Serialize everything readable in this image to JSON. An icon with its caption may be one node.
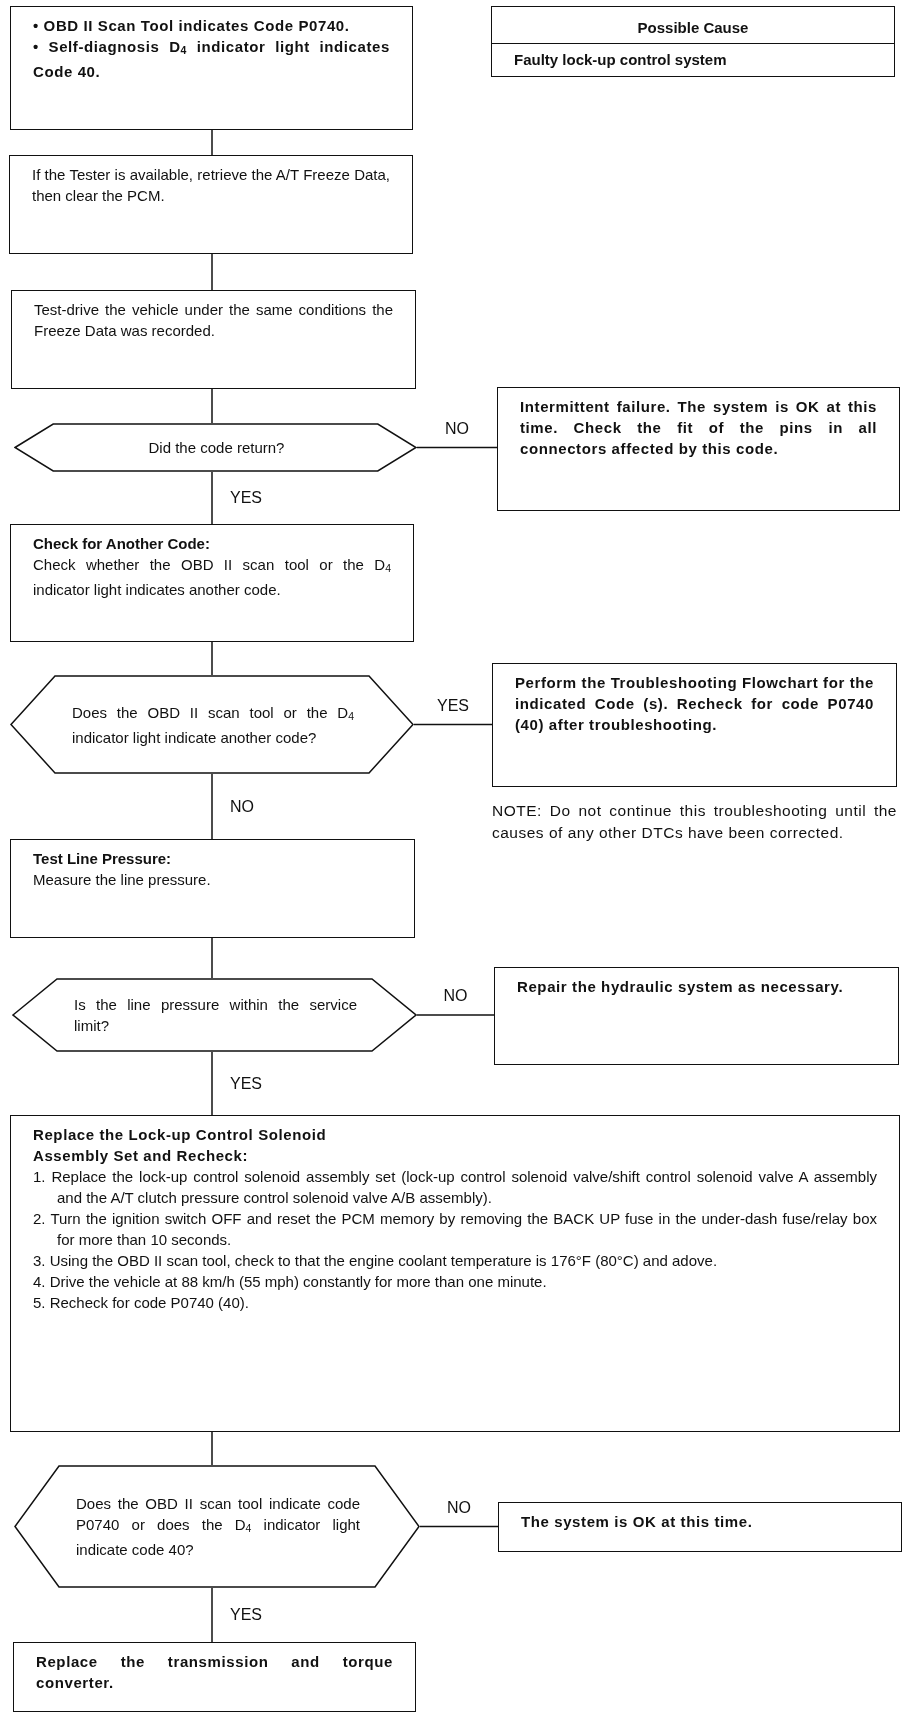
{
  "diagram": {
    "nodes": [
      {
        "text": [
          "• OBD II Scan Tool indicates Code P0740.",
          "• Self-diagnosis D$_{4}$ indicator light indicates Code 40."
        ]
      },
      {
        "text": [
          "Possible Cause",
          "Faulty lock-up control system"
        ]
      },
      {
        "text": [
          "If the Tester is available, retrieve the A/T Freeze Data, then clear the PCM."
        ]
      },
      {
        "text": [
          "Test-drive the vehicle under the same conditions the Freeze Data was recorded."
        ]
      },
      {
        "text": [
          "Did the code return?"
        ]
      },
      {
        "text": [
          "Intermittent failure. The system is OK at this time. Check the fit of the pins in all connectors affected by this code."
        ]
      },
      {
        "text": [
          "Check for Another Code:",
          "Check whether the OBD II scan tool or the D$_{4}$ indicator light indicates another code."
        ]
      },
      {
        "text": [
          "Does the OBD II scan tool or the D$_{4}$ indicator light indicate another code?"
        ]
      },
      {
        "text": [
          "Perform the Troubleshooting Flowchart for the indicated Code (s). Recheck for code P0740 (40) after troubleshooting."
        ]
      },
      {
        "text": [
          "Test Line Pressure:",
          "Measure the line pressure."
        ]
      },
      {
        "text": [
          "Is the line pressure within the service limit?"
        ]
      },
      {
        "text": [
          "Repair the hydraulic system as necessary."
        ]
      },
      {
        "text": [
          "Replace the Lock-up Control Solenoid Assembly Set and Recheck:",
          "1. Replace the lock-up control solenoid assembly set (lock-up control solenoid valve/shift control solenoid valve A assembly and the A/T clutch pressure control solenoid valve A/B assembly).",
          "2. Turn the ignition switch OFF and reset the PCM memory by removing the BACK UP fuse in the under-dash fuse/relay box for more than 10 seconds.",
          "3. Using the OBD II scan tool, check to that the engine coolant temperature is 176°F (80°C) and adove.",
          "4. Drive the vehicle at 88 km/h (55 mph) constantly for more than one minute.",
          "5. Recheck for code P0740 (40)."
        ]
      },
      {
        "text": [
          "Does the OBD II scan tool indicate code P0740 or does the D$_{4}$ indicator light indicate code 40?"
        ]
      },
      {
        "text": [
          "The system is OK at this time."
        ]
      },
      {
        "text": [
          "Replace the transmission and torque converter."
        ]
      }
    ],
    "edges": [
      {
        "from": 0,
        "to": 2,
        "arrow": "none"
      },
      {
        "from": 2,
        "to": 3,
        "arrow": "none"
      },
      {
        "from": 3,
        "to": 4,
        "arrow": "none"
      },
      {
        "from": 4,
        "to": 5,
        "label": "NO",
        "arrow": "none"
      },
      {
        "from": 4,
        "to": 6,
        "label": "YES",
        "arrow": "none"
      },
      {
        "from": 6,
        "to": 7,
        "arrow": "none"
      },
      {
        "from": 7,
        "to": 8,
        "label": "YES",
        "arrow": "none"
      },
      {
        "from": 7,
        "to": 9,
        "label": "NO",
        "arrow": "none"
      },
      {
        "from": 9,
        "to": 10,
        "arrow": "none"
      },
      {
        "from": 10,
        "to": 11,
        "label": "NO",
        "arrow": "none"
      },
      {
        "from": 10,
        "to": 12,
        "label": "YES",
        "arrow": "none"
      },
      {
        "from": 12,
        "to": 13,
        "arrow": "none"
      },
      {
        "from": 13,
        "to": 14,
        "label": "NO",
        "arrow": "none"
      },
      {
        "from": 13,
        "to": 15,
        "label": "YES",
        "arrow": "none"
      }
    ],
    "labels": [
      "NOTE: Do not continue this troubleshooting until the causes of any other DTCs have been corrected."
    ]
  }
}
